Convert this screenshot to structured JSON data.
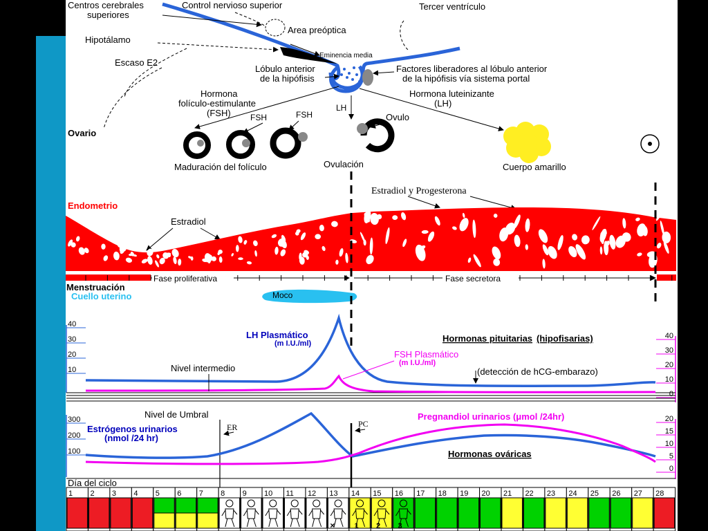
{
  "anatomy": {
    "centros": [
      "Centros cerebrales",
      "superiores"
    ],
    "control": "Control nervioso superior",
    "tercer": "Tercer ventrículo",
    "area": "Area preóptica",
    "hipotalamo": "Hipotálamo",
    "eminencia": "Eminencia media",
    "escaso": "Escaso E2",
    "lobulo": [
      "Lóbulo anterior",
      "de la hipófisis"
    ],
    "factores": [
      "Factores liberadores al lóbulo anterior",
      "de la hipófisis vía sistema portal"
    ],
    "fsh_full": [
      "Hormona",
      "folículo-estimulante",
      "(FSH)"
    ],
    "lh_full": [
      "Hormona luteinizante",
      "(LH)"
    ],
    "fsh1": "FSH",
    "fsh2": "FSH",
    "lh": "LH",
    "ovario": "Ovario",
    "ovulo": "Ovulo",
    "maduracion": "Maduración del folículo",
    "ovulacion": "Ovulación",
    "cuerpo": "Cuerpo amarillo"
  },
  "endometrium": {
    "title": "Endometrio",
    "estradiol": "Estradiol",
    "estr_prog": "Estradiol y Progesterona",
    "menstruacion": "Menstruación",
    "proliferativa": "Fase proliferativa",
    "secretora": "Fase secretora",
    "cuello": "Cuello uterino",
    "moco": "Moco"
  },
  "pituitary": {
    "lh_label": [
      "LH Plasmático",
      "(m I.U./ml)"
    ],
    "fsh_label": [
      "FSH Plasmático",
      "(m I.U./ml)"
    ],
    "title": "Hormonas pituitarias",
    "title2": "(hipofisarias)",
    "nivel_int": "Nivel intermedio",
    "hcg": "(detección de hCG-embarazo)",
    "left_ticks": [
      "40",
      "30",
      "20",
      "10"
    ],
    "right_ticks": [
      "40",
      "30",
      "20",
      "10",
      "0"
    ]
  },
  "ovarian": {
    "umbral": "Nivel de Umbral",
    "er": "ER",
    "pc": "PC",
    "estrogenos": [
      "Estrógenos urinarios",
      "(nmol /24 hr)"
    ],
    "pregnandiol": "Pregnandiol urinarios (μmol /24hr)",
    "title": "Hormonas ováricas",
    "left_ticks": [
      "300",
      "200",
      "100"
    ],
    "right_ticks": [
      "20",
      "15",
      "10",
      "5",
      "0"
    ]
  },
  "cycle": {
    "label": "Día del ciclo",
    "days": [
      "1",
      "2",
      "3",
      "4",
      "5",
      "6",
      "7",
      "8",
      "9",
      "10",
      "11",
      "12",
      "13",
      "14",
      "15",
      "16",
      "17",
      "18",
      "19",
      "20",
      "21",
      "22",
      "23",
      "24",
      "25",
      "26",
      "27",
      "28"
    ],
    "box_colors": [
      [
        "#ed1c24"
      ],
      [
        "#ed1c24"
      ],
      [
        "#ed1c24"
      ],
      [
        "#ed1c24"
      ],
      [
        "#00d200",
        "#ffff33"
      ],
      [
        "#00d200",
        "#ffff33"
      ],
      [
        "#00d200",
        "#ffff33"
      ],
      [
        "#ffffff"
      ],
      [
        "#ffffff"
      ],
      [
        "#ffffff"
      ],
      [
        "#ffffff"
      ],
      [
        "#ffffff"
      ],
      [
        "#ffffff"
      ],
      [
        "#ffff33"
      ],
      [
        "#ffff33"
      ],
      [
        "#00d200"
      ],
      [
        "#00d200"
      ],
      [
        "#00d200"
      ],
      [
        "#00d200"
      ],
      [
        "#00d200"
      ],
      [
        "#ffff33"
      ],
      [
        "#00d200"
      ],
      [
        "#ffff33"
      ],
      [
        "#ffff33"
      ],
      [
        "#00d200"
      ],
      [
        "#00d200"
      ],
      [
        "#ffff33"
      ],
      [
        "#ed1c24"
      ]
    ],
    "baby_days": [
      8,
      9,
      10,
      11,
      12,
      13,
      14,
      15,
      16
    ],
    "marks": [
      "1",
      "2",
      "3"
    ]
  },
  "colors": {
    "blue": "#2a64d8",
    "red": "#ff0000",
    "magenta": "#f200f2",
    "cyan": "#29c0f0",
    "navy": "#0000bb"
  }
}
